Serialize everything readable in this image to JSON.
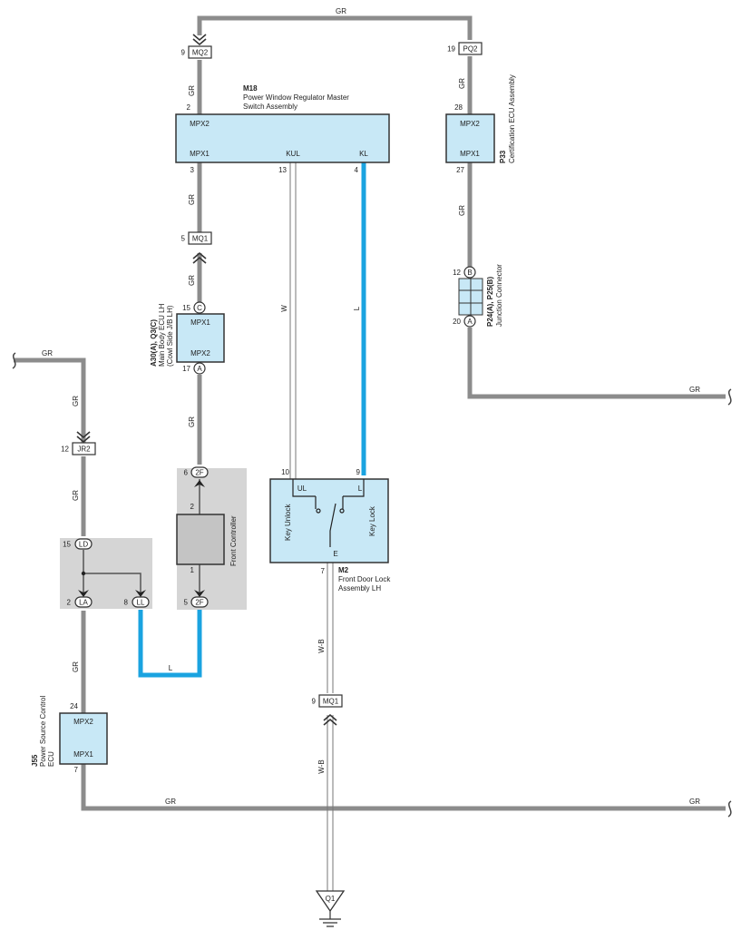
{
  "colors": {
    "gr_wire": "#8c8c8c",
    "l_wire": "#1aa3e0",
    "box_fill": "#c8e8f6",
    "area_fill": "#d5d5d5",
    "dark_box": "#c4c4c4"
  },
  "wires": {
    "gr": "GR",
    "l": "L",
    "w": "W",
    "wb": "W-B"
  },
  "connectors": {
    "mq2": "MQ2",
    "pq2": "PQ2",
    "mq1": "MQ1",
    "jr2": "JR2",
    "mq1_lower": "MQ1",
    "c": "C",
    "a": "A",
    "b": "B",
    "a2": "A",
    "f2_top": "2F",
    "f2_bot": "2F",
    "ld": "LD",
    "la": "LA",
    "ll": "LL",
    "q1": "Q1"
  },
  "pins": {
    "mq2": "9",
    "pq2": "19",
    "m18_mpx2": "2",
    "p33_mpx2": "28",
    "m18_mpx1": "3",
    "m18_kul": "13",
    "m18_kl": "4",
    "p33_mpx1": "27",
    "mq1": "5",
    "b12": "12",
    "a20": "20",
    "c15": "15",
    "a17": "17",
    "jr2": "12",
    "f2_top": "6",
    "fc_2": "2",
    "fc_1": "1",
    "f2_bot": "5",
    "m2_10": "10",
    "m2_9": "9",
    "m2_7": "7",
    "ld": "15",
    "la": "2",
    "ll": "8",
    "j55_24": "24",
    "j55_7": "7",
    "mq1_lower": "9"
  },
  "components": {
    "m18": {
      "code": "M18",
      "name1": "Power Window Regulator Master",
      "name2": "Switch Assembly",
      "mpx2": "MPX2",
      "mpx1": "MPX1",
      "kul": "KUL",
      "kl": "KL"
    },
    "p33": {
      "code": "P33",
      "name": "Certification ECU Assembly",
      "mpx2": "MPX2",
      "mpx1": "MPX1"
    },
    "p24": {
      "code": "P24(A), P25(B)",
      "name": "Junction Connector"
    },
    "a30": {
      "code": "A30(A), Q3(C)",
      "name1": "Main Body ECU LH",
      "name2": "(Cowl Side J/B LH)",
      "mpx1": "MPX1",
      "mpx2": "MPX2"
    },
    "front_controller": {
      "name": "Front Controller"
    },
    "m2": {
      "code": "M2",
      "name1": "Front Door Lock",
      "name2": "Assembly LH",
      "ul": "UL",
      "l": "L",
      "e": "E",
      "key_unlock": "Key Unlock",
      "key_lock": "Key Lock"
    },
    "j55": {
      "code": "J55",
      "name1": "Power Source Control",
      "name2": "ECU",
      "mpx2": "MPX2",
      "mpx1": "MPX1"
    }
  }
}
